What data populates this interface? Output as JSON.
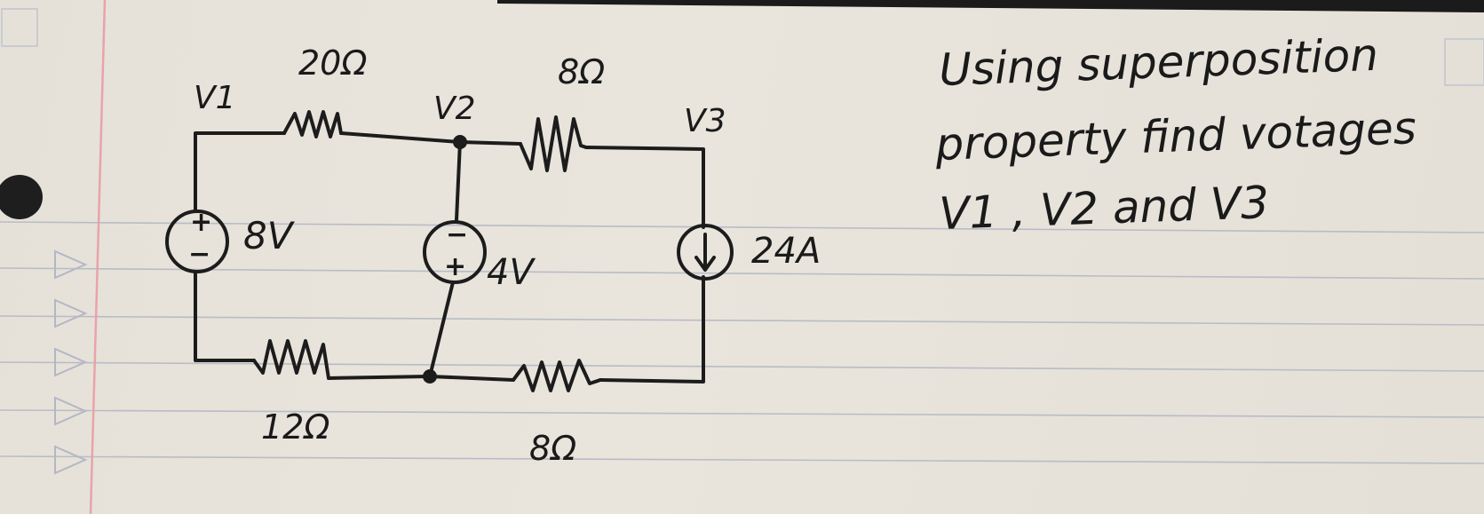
{
  "diagram": {
    "nodes": {
      "v1": "V1",
      "v2": "V2",
      "v3": "V3"
    },
    "resistors": {
      "r_top_left": "20Ω",
      "r_top_right": "8Ω",
      "r_bottom_left": "12Ω",
      "r_bottom_right": "8Ω"
    },
    "sources": {
      "voltage_left": "8V",
      "voltage_middle": "4V",
      "current_right": "24A"
    },
    "polarity": {
      "plus": "+",
      "minus": "−"
    }
  },
  "question": {
    "line1": "Using superposition",
    "line2": "property find votages",
    "line3": "V1 , V2 and V3"
  }
}
